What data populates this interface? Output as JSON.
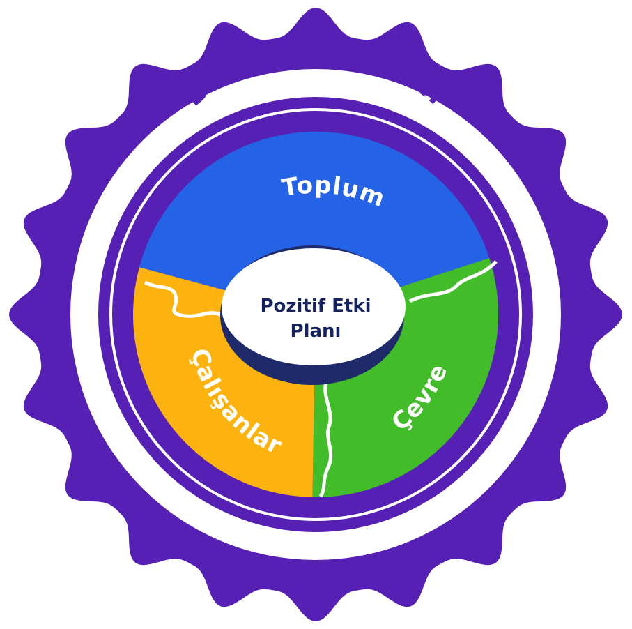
{
  "badge": {
    "title": "DEĞER ZİNCİRİ"
  },
  "segments": [
    {
      "key": "toplum",
      "label": "Toplum"
    },
    {
      "key": "cevre",
      "label": "Çevre"
    },
    {
      "key": "calisanlar",
      "label": "Çalışanlar"
    }
  ],
  "center": {
    "line1": "Pozitif Etki",
    "line2": "Planı"
  },
  "colors": {
    "badge_purple": "#5620b5",
    "white": "#ffffff",
    "toplum_blue": "#2563e6",
    "cevre_green": "#42bd29",
    "calisanlar_orange": "#fcb20f",
    "center_navy": "#1f2a6b",
    "center_text": "#16225f"
  }
}
